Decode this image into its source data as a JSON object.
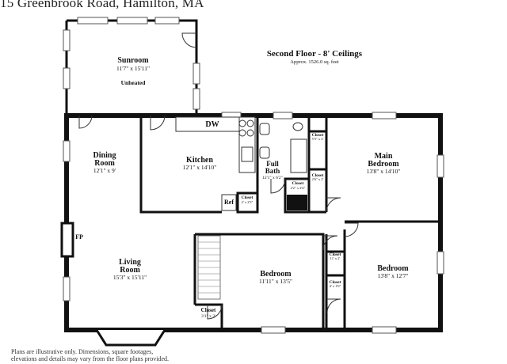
{
  "header": {
    "address": "15 Greenbrook Road, Hamilton, MA"
  },
  "floor": {
    "title": "Second Floor - 8' Ceilings",
    "area": "Approx. 1526.0 sq. feet"
  },
  "rooms": {
    "sunroom": {
      "name": "Sunroom",
      "dims": "11'7\" x 15'11\"",
      "note": "Unheated"
    },
    "dining": {
      "name_line1": "Dining",
      "name_line2": "Room",
      "dims": "12'1\" x 9'"
    },
    "kitchen": {
      "name": "Kitchen",
      "dims": "12'1\" x 14'10\""
    },
    "full_bath": {
      "name_line1": "Full",
      "name_line2": "Bath",
      "dims": "12'1\" x 6'2\""
    },
    "main_bedroom": {
      "name_line1": "Main",
      "name_line2": "Bedroom",
      "dims": "13'8\" x 14'10\""
    },
    "living": {
      "name_line1": "Living",
      "name_line2": "Room",
      "dims": "15'3\" x 15'11\""
    },
    "bedroom_center": {
      "name": "Bedroom",
      "dims": "11'11\" x 13'5\""
    },
    "bedroom_right": {
      "name": "Bedroom",
      "dims": "13'8\" x 12'7\""
    }
  },
  "closets": {
    "main_upper": {
      "name": "Closet",
      "dims": "5'5\" x 2'"
    },
    "main_lower": {
      "name": "Closet",
      "dims": "2'6\" x 2'"
    },
    "bath": {
      "name": "Closet",
      "dims": "2'2\" x 2'4\""
    },
    "kitchen": {
      "name": "Closet",
      "dims": "2' x 2'3\""
    },
    "bedroom_upper": {
      "name": "Closet",
      "dims": "11' x 2'"
    },
    "bedroom_lower": {
      "name": "Closet",
      "dims": "4' x 1'6\""
    },
    "living": {
      "name": "Closet",
      "dims": "3'1\" x 3'"
    }
  },
  "labels": {
    "dishwasher": "DW",
    "refrigerator": "Ref",
    "fireplace": "FP"
  },
  "disclaimer": {
    "line1": "Plans are illustrative only. Dimensions, square footages,",
    "line2": "elevations and details may vary from the floor plans provided."
  }
}
